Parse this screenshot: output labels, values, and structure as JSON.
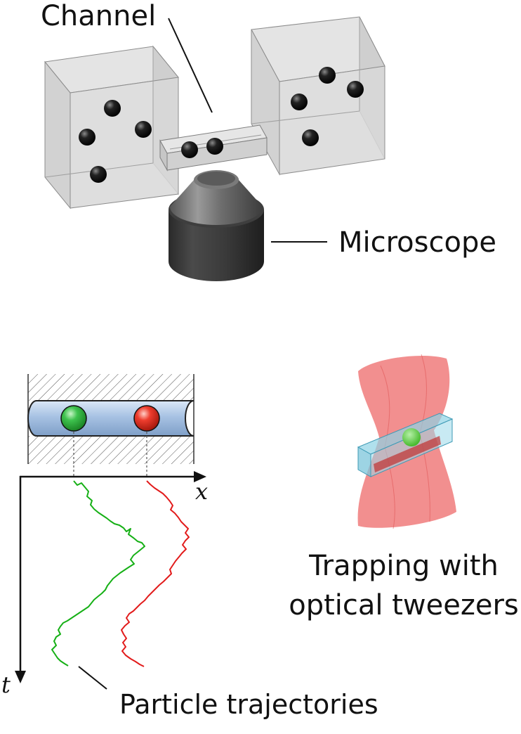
{
  "labels": {
    "channel": "Channel",
    "microscope": "Microscope",
    "trapping_line1": "Trapping with",
    "trapping_line2": "optical tweezers",
    "trajectories": "Particle trajectories",
    "x_axis": "x",
    "t_axis": "t"
  },
  "colors": {
    "box_fill": "#d6d6d6",
    "box_edge": "#8c8c8c",
    "particle": "#111111",
    "microscope": "#3a3a3a",
    "channel_tube": "#a9c3e3",
    "green_particle": "#33b045",
    "red_particle": "#e83a2e",
    "green_trajectory": "#16b016",
    "red_trajectory": "#e21b1b",
    "laser_beam": "#ee7070",
    "trap_channel": "#8fd3e6"
  },
  "icons": {
    "microscope": "microscope-objective-icon",
    "reservoir": "reservoir-cube-icon"
  }
}
